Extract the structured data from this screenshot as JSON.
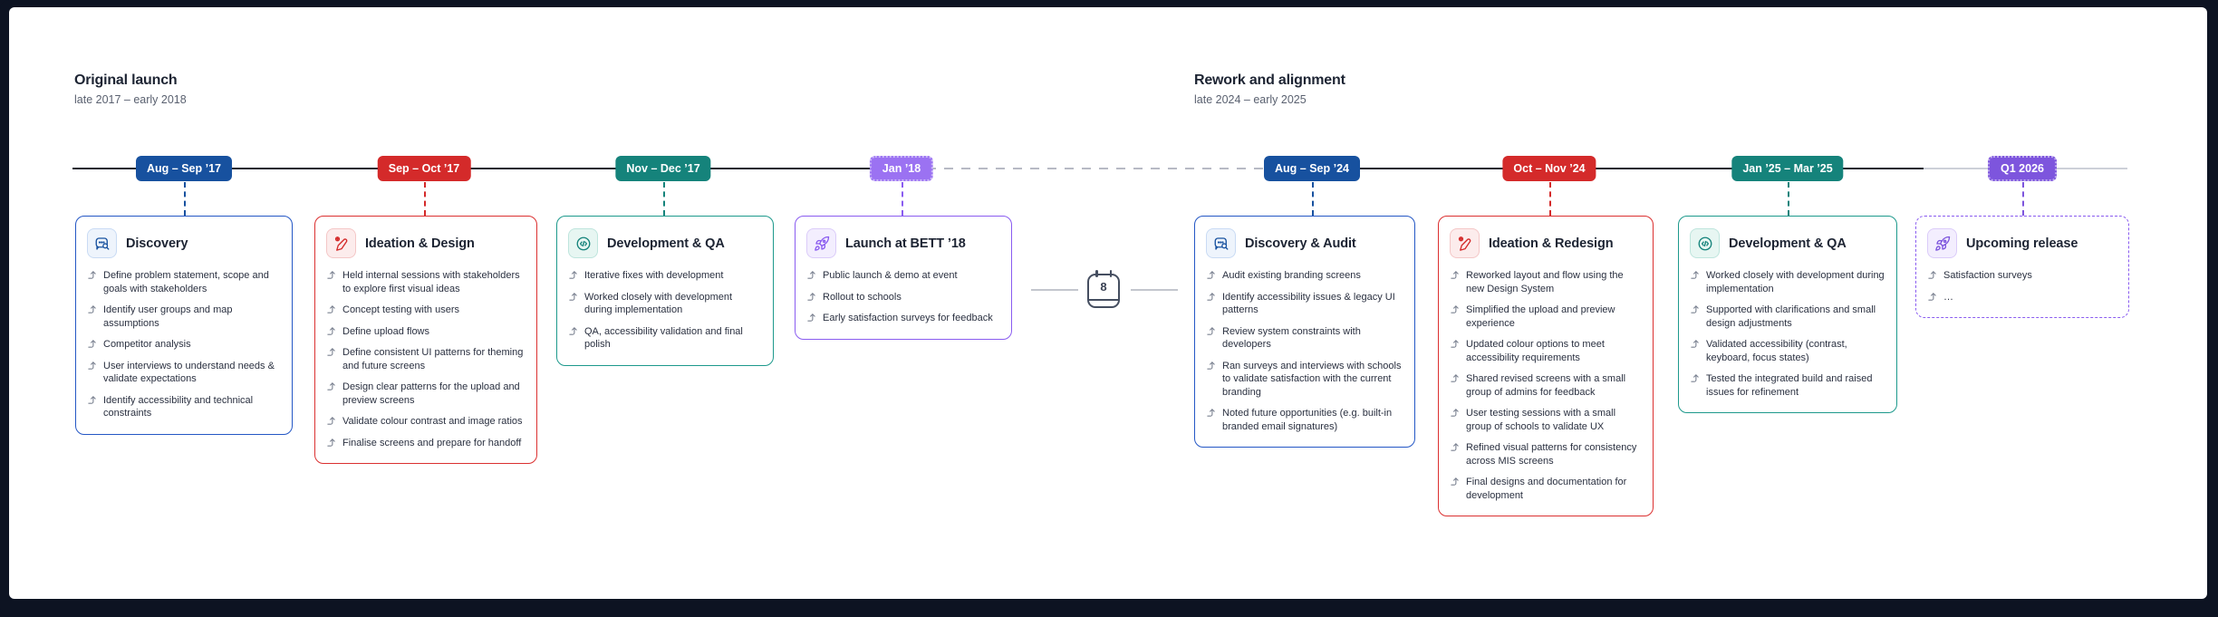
{
  "phase_groups": [
    {
      "title": "Original launch",
      "subtitle": "late 2017 – early 2018"
    },
    {
      "title": "Rework and alignment",
      "subtitle": "late 2024 – early 2025"
    }
  ],
  "gap": {
    "icon": "calendar-icon",
    "label": "8"
  },
  "colors": {
    "blue": "#17519F",
    "red": "#D42A2A",
    "teal": "#15837B",
    "purple": "#8A5CF0",
    "timeline_dark": "#1B2130",
    "timeline_muted": "#C3C6CE"
  },
  "phases": [
    {
      "badge": "Aug – Sep ’17",
      "theme": "blue",
      "badge_variant": "solid",
      "card_variant": "solid",
      "icon": "chat-search-icon",
      "title": "Discovery",
      "bullets": [
        "Define problem statement, scope and goals with stakeholders",
        "Identify user groups and map assumptions",
        "Competitor analysis",
        "User interviews to understand needs & validate expectations",
        "Identify accessibility and technical constraints"
      ]
    },
    {
      "badge": "Sep – Oct ’17",
      "theme": "red",
      "badge_variant": "solid",
      "card_variant": "solid",
      "icon": "pen-sparkle-icon",
      "title": "Ideation & Design",
      "bullets": [
        "Held internal sessions with stakeholders to explore first visual ideas",
        "Concept testing with users",
        "Define upload flows",
        "Define consistent UI patterns for theming and future screens",
        "Design clear patterns for the upload and preview screens",
        "Validate colour contrast and image ratios",
        "Finalise screens and prepare for handoff"
      ]
    },
    {
      "badge": "Nov – Dec ’17",
      "theme": "teal",
      "badge_variant": "solid",
      "card_variant": "solid",
      "icon": "code-circle-icon",
      "title": "Development & QA",
      "bullets": [
        "Iterative fixes with development",
        "Worked closely with development during implementation",
        "QA, accessibility validation and final polish"
      ]
    },
    {
      "badge": "Jan ’18",
      "theme": "purple",
      "badge_variant": "dotted",
      "card_variant": "solid",
      "icon": "rocket-icon",
      "title": "Launch at BETT ’18",
      "bullets": [
        "Public launch & demo at event",
        "Rollout to schools",
        "Early satisfaction surveys for feedback"
      ]
    },
    {
      "badge": "Aug – Sep ’24",
      "theme": "blue",
      "badge_variant": "solid",
      "card_variant": "solid",
      "icon": "chat-search-icon",
      "title": "Discovery & Audit",
      "bullets": [
        "Audit existing branding screens",
        "Identify accessibility issues & legacy UI patterns",
        "Review system constraints with developers",
        "Ran surveys and interviews with schools to validate satisfaction with the current branding",
        "Noted future opportunities (e.g. built-in branded email signatures)"
      ]
    },
    {
      "badge": "Oct – Nov ’24",
      "theme": "red",
      "badge_variant": "solid",
      "card_variant": "solid",
      "icon": "pen-sparkle-icon",
      "title": "Ideation & Redesign",
      "bullets": [
        "Reworked layout and flow using the new Design System",
        "Simplified the upload and preview experience",
        "Updated colour options to meet accessibility requirements",
        "Shared revised screens with a small group of admins for feedback",
        "User testing sessions with a small group of schools to validate UX",
        "Refined visual patterns for consistency across MIS screens",
        "Final designs and documentation for development"
      ]
    },
    {
      "badge": "Jan ’25 – Mar ’25",
      "theme": "teal",
      "badge_variant": "solid",
      "card_variant": "solid",
      "icon": "code-circle-icon",
      "title": "Development & QA",
      "bullets": [
        "Worked closely with development during implementation",
        "Supported with clarifications and small design adjustments",
        "Validated accessibility (contrast, keyboard, focus states)",
        "Tested the integrated build and raised issues for refinement"
      ]
    },
    {
      "badge": "Q1 2026",
      "theme": "purple2",
      "badge_variant": "dotted",
      "card_variant": "dashed",
      "icon": "rocket-icon",
      "title": "Upcoming release",
      "bullets": [
        "Satisfaction surveys",
        "…"
      ]
    }
  ]
}
